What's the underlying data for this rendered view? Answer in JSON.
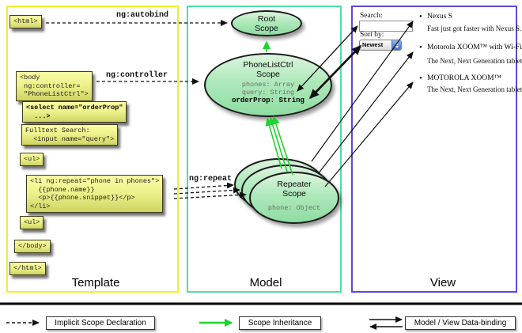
{
  "template_column": {
    "label": "Template",
    "boxes": {
      "html_open": "<html>",
      "body_open": "<body\n ng:controller=\n \"PhoneListCtrl\">",
      "select": "<select name=\"orderProp\"\n  ...>",
      "fulltext": "Fulltext Search:\n  <input name=\"query\">",
      "ul_open": "<ul>",
      "li_repeat": "<li ng:repeat=\"phone in phones\">\n  {{phone.name}}\n  <p>{{phone.snippet}}</p>\n</li>",
      "ul_close": "<ul>",
      "body_close": "</body>",
      "html_close": "</html>"
    }
  },
  "model_column": {
    "label": "Model",
    "root_scope": {
      "title": "Root\nScope"
    },
    "phonelist_scope": {
      "title": "PhoneListCtrl\nScope",
      "props": [
        "phones: Array",
        "query: String"
      ],
      "bold_prop": "orderProp: String"
    },
    "repeater_scope": {
      "title": "Repeater\nScope",
      "prop": "phone: Object"
    }
  },
  "view_column": {
    "label": "View",
    "search_label": "Search:",
    "search_value": "",
    "sort_label": "Sort by:",
    "sort_value": "Newest",
    "items": [
      {
        "name": "Nexus S",
        "desc": "Fast just got faster with Nexus S."
      },
      {
        "name": "Motorola XOOM™ with Wi-Fi",
        "desc": "The Next, Next Generation tablet."
      },
      {
        "name": "MOTOROLA XOOM™",
        "desc": "The Next, Next Generation tablet."
      }
    ]
  },
  "arrow_labels": {
    "autobind": "ng:autobind",
    "controller": "ng:controller",
    "repeat": "ng:repeat"
  },
  "legend": {
    "implicit": "Implicit Scope Declaration",
    "inheritance": "Scope Inheritance",
    "databinding": "Model / View Data-binding"
  },
  "colors": {
    "template_border": "#f2ee2d",
    "model_border": "#4be0a1",
    "view_border": "#5b49d8",
    "code_box_yellow": "#f0f28c",
    "scope_green": "#8edca2",
    "inheritance_arrow_green": "#1ed42e",
    "arrow_black": "#111111"
  }
}
